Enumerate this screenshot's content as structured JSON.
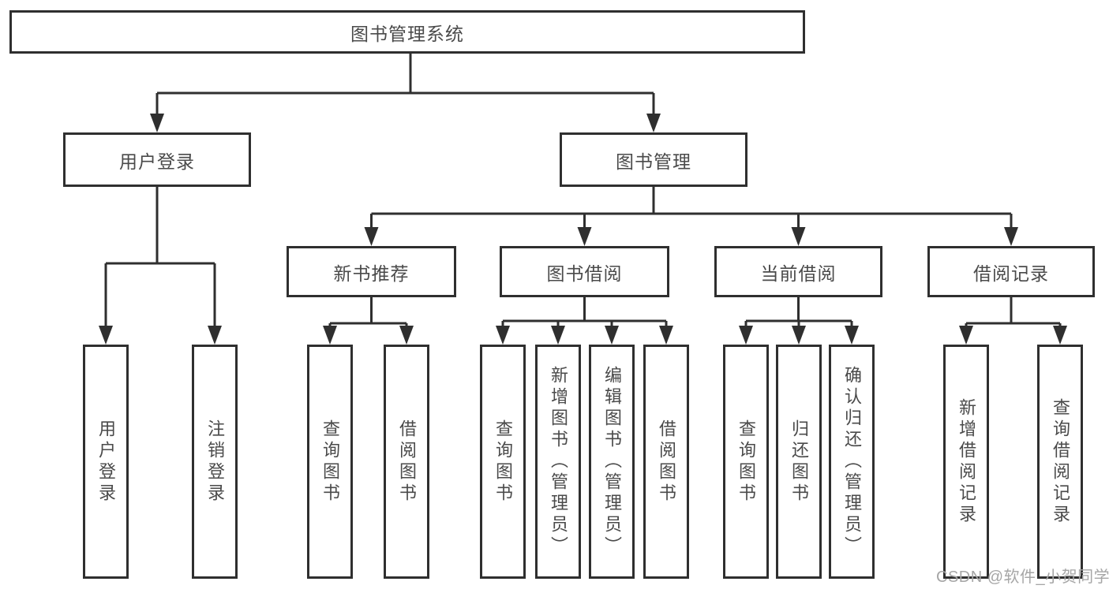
{
  "diagram": {
    "title": "图书管理系统",
    "branches": [
      {
        "label": "用户登录",
        "leaves": [
          "用户登录",
          "注销登录"
        ]
      },
      {
        "label": "图书管理",
        "children": [
          {
            "label": "新书推荐",
            "leaves": [
              "查询图书",
              "借阅图书"
            ]
          },
          {
            "label": "图书借阅",
            "leaves": [
              "查询图书",
              "新增图书（管理员）",
              "编辑图书（管理员）",
              "借阅图书"
            ]
          },
          {
            "label": "当前借阅",
            "leaves": [
              "查询图书",
              "归还图书",
              "确认归还（管理员）"
            ]
          },
          {
            "label": "借阅记录",
            "leaves": [
              "新增借阅记录",
              "查询借阅记录"
            ]
          }
        ]
      }
    ]
  },
  "watermark": "CSDN @软件_小贺同学",
  "colors": {
    "line": "#2f2f2f",
    "text": "#4a4a4a",
    "watermark": "#a6a6a6",
    "background": "#ffffff"
  }
}
